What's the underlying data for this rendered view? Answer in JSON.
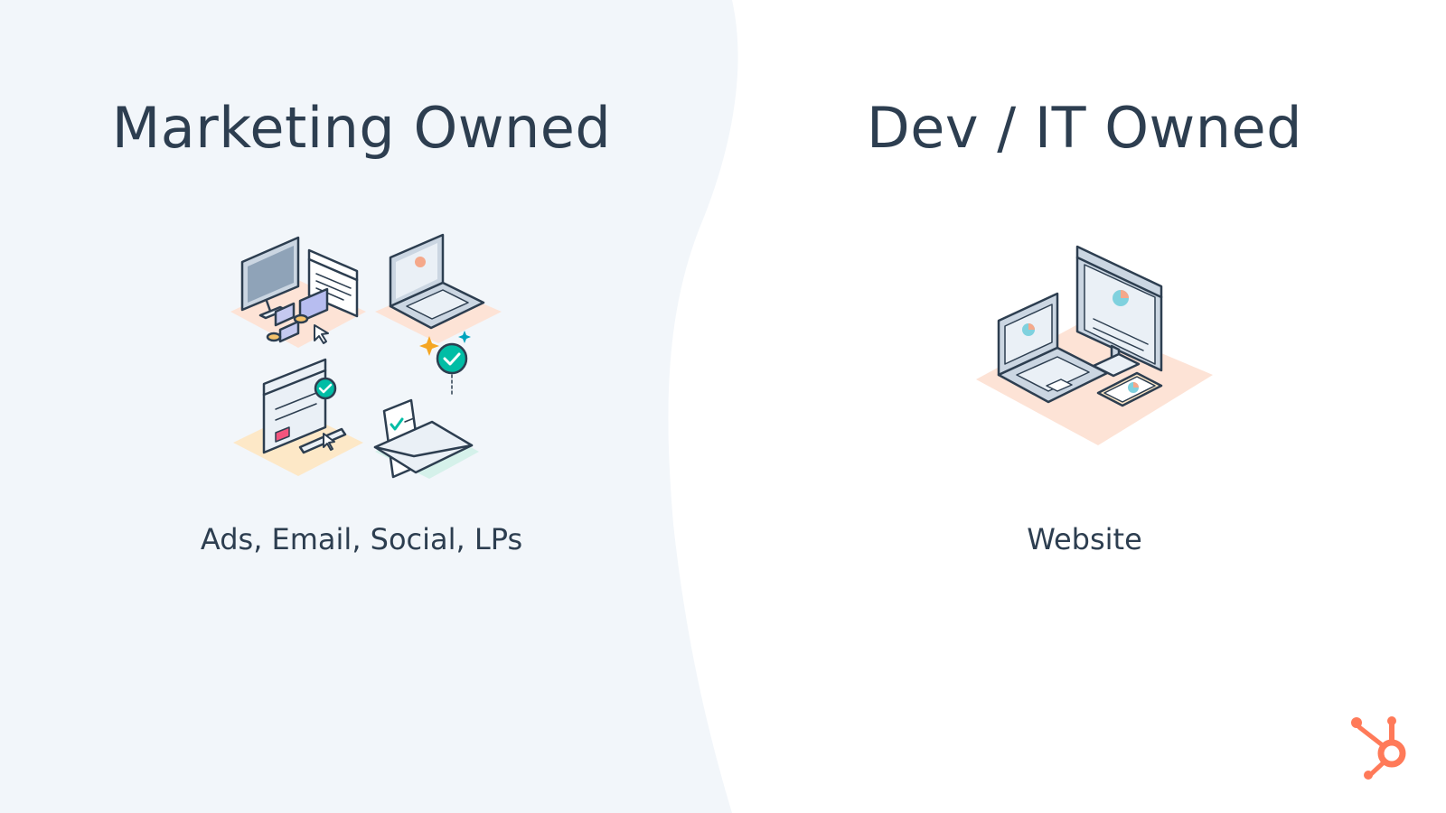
{
  "slide": {
    "left_column": {
      "title": "Marketing Owned",
      "caption": "Ads, Email, Social, LPs",
      "illustration_icon": "marketing-channels-icon"
    },
    "right_column": {
      "title": "Dev / IT Owned",
      "caption": "Website",
      "illustration_icon": "website-devices-icon"
    },
    "logo_icon": "hubspot-sprocket-icon"
  },
  "colors": {
    "left_panel_bg": "#f2f6fa",
    "right_panel_bg": "#ffffff",
    "text": "#2d3e50",
    "brand_orange": "#ff7a59",
    "accent_teal": "#00a4bd",
    "check_green": "#00bda5"
  }
}
